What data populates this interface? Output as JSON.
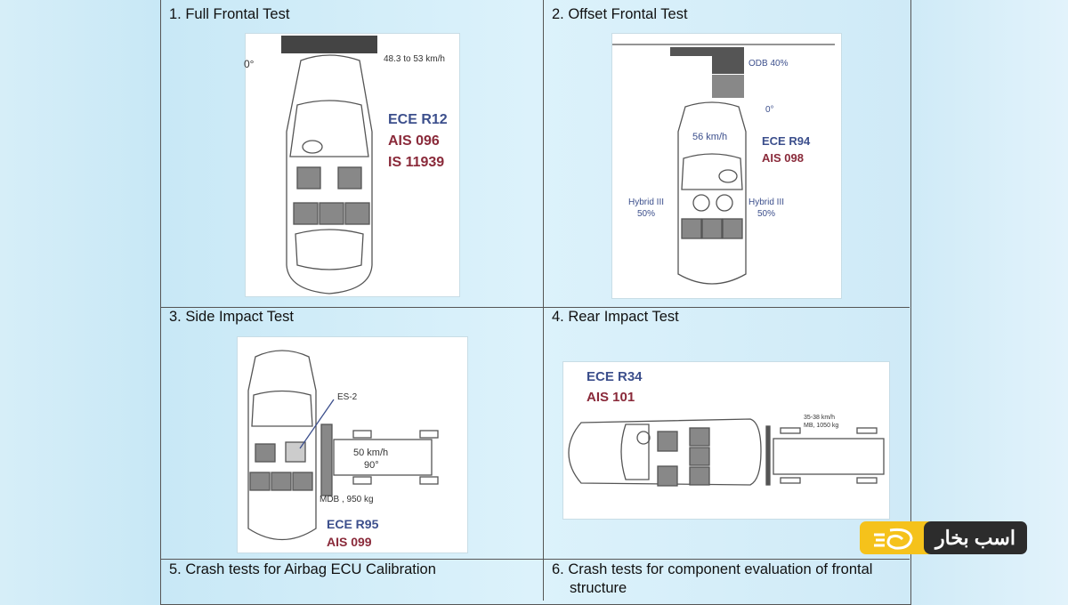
{
  "cells": [
    {
      "caption": "1. Full Frontal Test",
      "speed": "48.3 to 53 km/h",
      "angle": "0°",
      "standards": [
        "ECE R12",
        "AIS 096",
        "IS 11939"
      ]
    },
    {
      "caption": "2. Offset Frontal Test",
      "barrier": "ODB 40%",
      "angle": "0°",
      "speed": "56 km/h",
      "standards": [
        "ECE R94",
        "AIS 098"
      ],
      "dummy_left": "Hybrid III",
      "dummy_right": "Hybrid III",
      "dummy_pct": "50%"
    },
    {
      "caption": "3. Side Impact Test",
      "dummy": "ES-2",
      "speed": "50 km/h",
      "angle": "90°",
      "barrier": "MDB , 950 kg",
      "standards": [
        "ECE R95",
        "AIS 099"
      ]
    },
    {
      "caption": "4. Rear Impact Test",
      "standards": [
        "ECE R34",
        "AIS 101"
      ],
      "speed": "35-38 km/h",
      "barrier": "MB, 1050 kg"
    },
    {
      "caption": "5. Crash tests for Airbag ECU Calibration"
    },
    {
      "caption": "6. Crash tests for component evaluation of frontal structure"
    }
  ],
  "logo": {
    "text": "اسب بخار"
  },
  "colors": {
    "blue": "#3c4f8c",
    "red": "#8a2a3a",
    "logo_yellow": "#f5c21b",
    "logo_dark": "#2c2c2c"
  }
}
